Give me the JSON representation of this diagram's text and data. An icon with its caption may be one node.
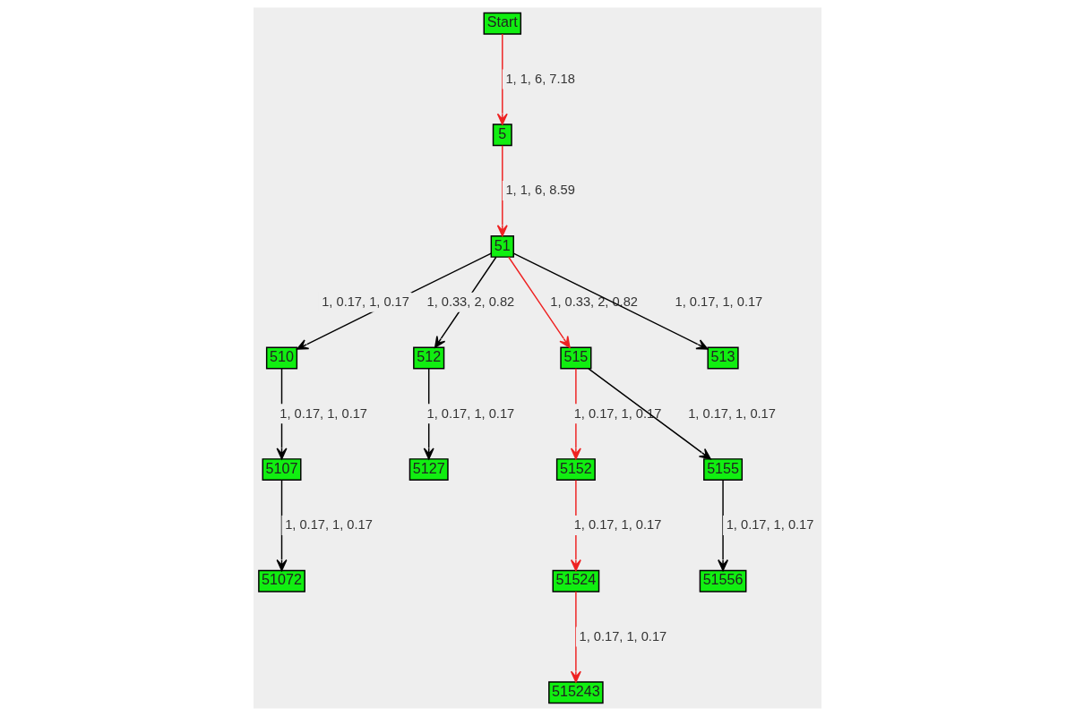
{
  "diagram": {
    "nodes": [
      {
        "text": [
          "Start"
        ]
      },
      {
        "text": [
          "5"
        ]
      },
      {
        "text": [
          "51"
        ]
      },
      {
        "text": [
          "510"
        ]
      },
      {
        "text": [
          "512"
        ]
      },
      {
        "text": [
          "515"
        ]
      },
      {
        "text": [
          "513"
        ]
      },
      {
        "text": [
          "5107"
        ]
      },
      {
        "text": [
          "5127"
        ]
      },
      {
        "text": [
          "5152"
        ]
      },
      {
        "text": [
          "5155"
        ]
      },
      {
        "text": [
          "51072"
        ]
      },
      {
        "text": [
          "51524"
        ]
      },
      {
        "text": [
          "51556"
        ]
      },
      {
        "text": [
          "515243"
        ]
      }
    ],
    "edges": [
      {
        "from": 0,
        "to": 1,
        "arrow": "to",
        "label": "1, 1, 6, 7.18",
        "color": "#ee2222"
      },
      {
        "from": 1,
        "to": 2,
        "arrow": "to",
        "label": "1, 1, 6, 8.59",
        "color": "#ee2222"
      },
      {
        "from": 2,
        "to": 3,
        "arrow": "to",
        "label": "1, 0.17, 1, 0.17"
      },
      {
        "from": 2,
        "to": 4,
        "arrow": "to",
        "label": "1, 0.33, 2, 0.82"
      },
      {
        "from": 2,
        "to": 5,
        "arrow": "to",
        "label": "1, 0.33, 2, 0.82",
        "color": "#ee2222"
      },
      {
        "from": 2,
        "to": 6,
        "arrow": "to",
        "label": "1, 0.17, 1, 0.17"
      },
      {
        "from": 3,
        "to": 7,
        "arrow": "to",
        "label": "1, 0.17, 1, 0.17"
      },
      {
        "from": 4,
        "to": 8,
        "arrow": "to",
        "label": "1, 0.17, 1, 0.17"
      },
      {
        "from": 5,
        "to": 9,
        "arrow": "to",
        "label": "1, 0.17, 1, 0.17",
        "color": "#ee2222"
      },
      {
        "from": 5,
        "to": 10,
        "arrow": "to",
        "label": "1, 0.17, 1, 0.17"
      },
      {
        "from": 7,
        "to": 11,
        "arrow": "to",
        "label": "1, 0.17, 1, 0.17"
      },
      {
        "from": 9,
        "to": 12,
        "arrow": "to",
        "label": "1, 0.17, 1, 0.17",
        "color": "#ee2222"
      },
      {
        "from": 10,
        "to": 13,
        "arrow": "to",
        "label": "1, 0.17, 1, 0.17"
      },
      {
        "from": 12,
        "to": 14,
        "arrow": "to",
        "label": "1, 0.17, 1, 0.17",
        "color": "#ee2222"
      }
    ]
  }
}
